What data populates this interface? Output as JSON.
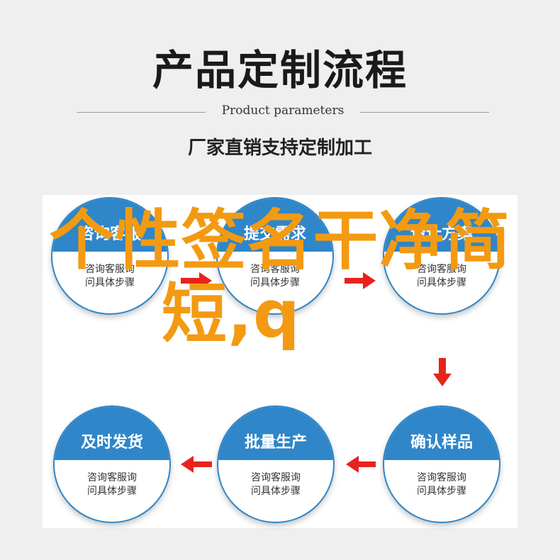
{
  "header": {
    "title": "产品定制流程",
    "subtitle": "Product parameters",
    "tagline": "厂家直销支持定制加工"
  },
  "steps": [
    {
      "label": "咨询客服",
      "line1": "咨询客服询",
      "line2": "问具体步骤"
    },
    {
      "label": "提交需求",
      "line1": "咨询客服询",
      "line2": "问具体步骤"
    },
    {
      "label": "设计方案",
      "line1": "咨询客服询",
      "line2": "问具体步骤"
    },
    {
      "label": "确认样品",
      "line1": "咨询客服询",
      "line2": "问具体步骤"
    },
    {
      "label": "批量生产",
      "line1": "咨询客服询",
      "line2": "问具体步骤"
    },
    {
      "label": "及时发货",
      "line1": "咨询客服询",
      "line2": "问具体步骤"
    }
  ],
  "overlay": {
    "line1": "个性签名干净简",
    "line2": "短,q"
  },
  "colors": {
    "background": "#efefef",
    "node_blue": "#2f86c8",
    "arrow_red": "#e8231e",
    "overlay_orange": "#f39a12"
  }
}
